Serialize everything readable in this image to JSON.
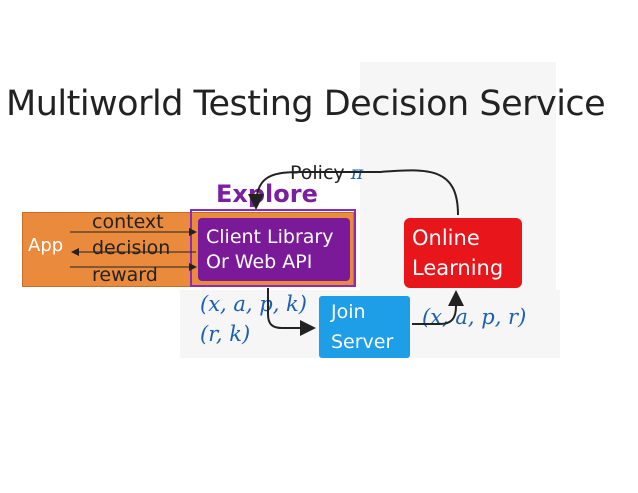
{
  "title": "Multiworld Testing Decision Service",
  "app": {
    "label": "App"
  },
  "interactions": {
    "context": "context",
    "decision": "decision",
    "reward": "reward"
  },
  "explore": {
    "label": "Explore"
  },
  "client": {
    "line1": "Client Library",
    "line2": "Or Web API"
  },
  "online": {
    "line1": "Online",
    "line2": "Learning"
  },
  "join": {
    "line1": "Join",
    "line2": "Server"
  },
  "policy": {
    "label": "Policy",
    "symbol": "π"
  },
  "math": {
    "xapk": "(x, a, p, k)",
    "rk": "(r, k)",
    "xapr": "(x, a, p, r)"
  },
  "colors": {
    "app": "#ea8a3c",
    "explore": "#7a1fa0",
    "client": "#7b1a99",
    "online": "#e8161b",
    "join": "#1e9ee6",
    "math": "#1a5fb4"
  }
}
